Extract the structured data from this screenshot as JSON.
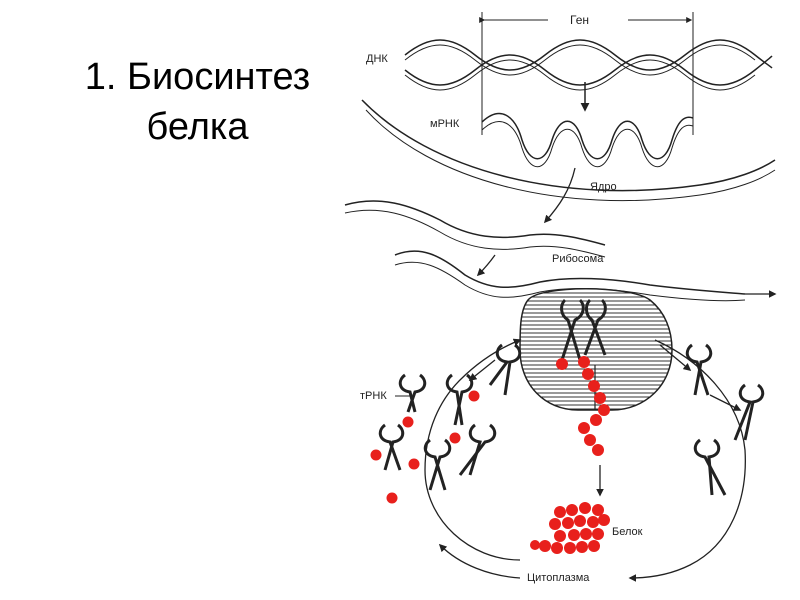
{
  "slide": {
    "title_line1": "1. Биосинтез",
    "title_line2": "белка"
  },
  "diagram": {
    "labels": {
      "gene": "Ген",
      "dna": "ДНК",
      "mrna": "мРНК",
      "nucleus": "Ядро",
      "ribosome": "Рибосома",
      "trna": "тРНК",
      "protein": "Белок",
      "cytoplasm": "Цитоплазма"
    },
    "colors": {
      "ink": "#222222",
      "amino_acid": "#e8201c"
    }
  }
}
